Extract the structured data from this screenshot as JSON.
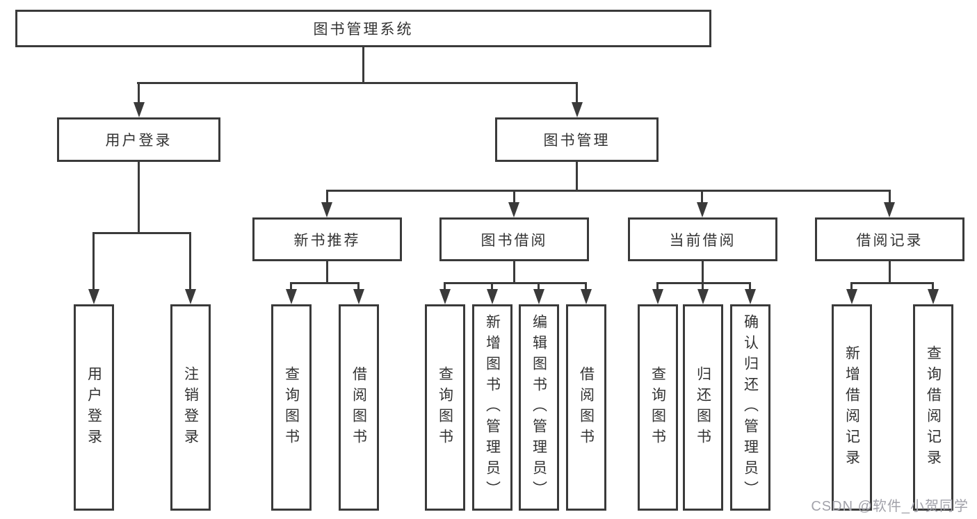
{
  "diagram": {
    "type": "hierarchy-tree",
    "root": {
      "label": "图书管理系统"
    },
    "branches": [
      {
        "label": "用户登录",
        "children": [
          {
            "label": "用户登录"
          },
          {
            "label": "注销登录"
          }
        ]
      },
      {
        "label": "图书管理",
        "children": [
          {
            "label": "新书推荐",
            "children": [
              {
                "label": "查询图书"
              },
              {
                "label": "借阅图书"
              }
            ]
          },
          {
            "label": "图书借阅",
            "children": [
              {
                "label": "查询图书"
              },
              {
                "label": "新增图书（管理员）"
              },
              {
                "label": "编辑图书（管理员）"
              },
              {
                "label": "借阅图书"
              }
            ]
          },
          {
            "label": "当前借阅",
            "children": [
              {
                "label": "查询图书"
              },
              {
                "label": "归还图书"
              },
              {
                "label": "确认归还（管理员）"
              }
            ]
          },
          {
            "label": "借阅记录",
            "children": [
              {
                "label": "新增借阅记录"
              },
              {
                "label": "查询借阅记录"
              }
            ]
          }
        ]
      }
    ]
  },
  "watermark": {
    "text": "CSDN @软件_小贺同学"
  },
  "colors": {
    "line": "#3a3a3a",
    "text": "#333333",
    "background": "#ffffff",
    "watermark": "#a2a2aa"
  }
}
